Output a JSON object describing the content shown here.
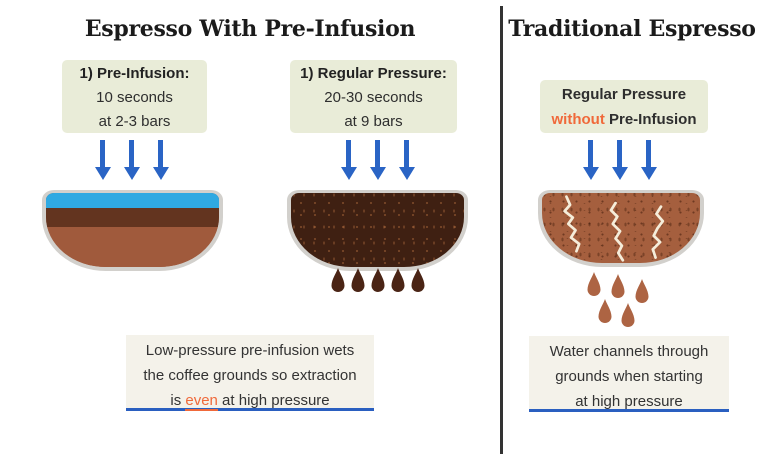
{
  "colors": {
    "accent_orange": "#f0693a",
    "arrow_blue": "#2a64c5",
    "water_blue": "#2fa9e2",
    "underline_blue": "#2a5fc0",
    "label_box_bg": "#e9ecd8",
    "note_box_bg": "#f4f2ea",
    "grounds_wet_dark": "#63341f",
    "grounds_mid_brown": "#a05a3c",
    "grounds_dark_brown": "#3f2012",
    "grounds_light_brown": "#a55f3e",
    "drip_dark": "#4a2415",
    "drip_light": "#ad6443",
    "rim_gray": "#d2d0cc",
    "divider_dark": "#333333",
    "title_text": "#1b1b1b",
    "body_text": "#3b3b3b"
  },
  "left": {
    "title": "Espresso With Pre-Infusion",
    "step1": {
      "heading": "1) Pre-Infusion:",
      "duration": "10 seconds",
      "pressure": "at 2-3 bars"
    },
    "step2": {
      "heading": "1) Regular Pressure:",
      "duration": "20-30 seconds",
      "pressure": "at 9 bars"
    },
    "note": {
      "line1": "Low-pressure pre-infusion wets",
      "line2": "the coffee grounds so extraction",
      "line3_prefix": "is ",
      "line3_highlight": "even",
      "line3_suffix": " at high pressure"
    }
  },
  "right": {
    "title": "Traditional Espresso",
    "label": {
      "line1": "Regular Pressure",
      "line2_highlight": "without",
      "line2_rest": " Pre-Infusion"
    },
    "note": {
      "line1": "Water channels through",
      "line2": "grounds when starting",
      "line3": "at high pressure"
    }
  }
}
